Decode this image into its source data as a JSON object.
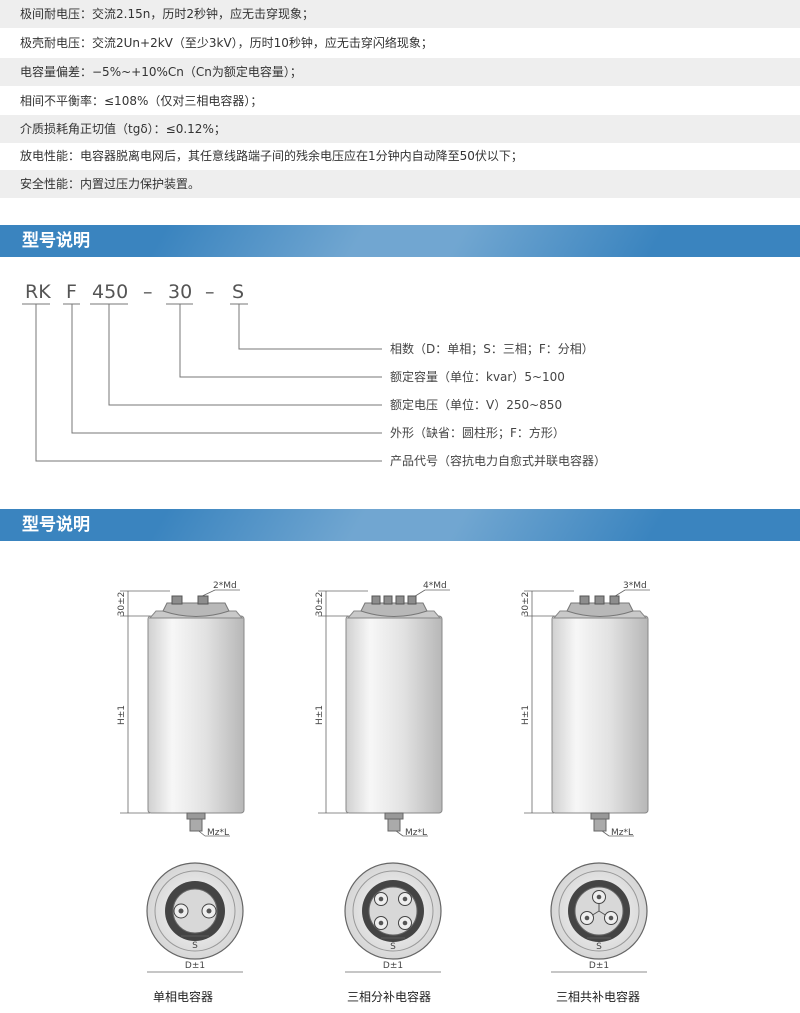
{
  "specs": [
    "极间耐电压：交流2.15n，历时2秒钟，应无击穿现象；",
    "极壳耐电压：交流2Un+2kV（至少3kV），历时10秒钟，应无击穿闪络现象；",
    "电容量偏差：−5%~+10%Cn（Cn为额定电容量）；",
    "相间不平衡率：≤108%（仅对三相电容器）；",
    "介质损耗角正切值（tgδ）：≤0.12%；",
    "放电性能：电容器脱离电网后，其任意线路端子间的残余电压应在1分钟内自动降至50伏以下；",
    "安全性能：内置过压力保护装置。"
  ],
  "section1_title": "型号说明",
  "section2_title": "型号说明",
  "model": {
    "parts": [
      "RK",
      "F",
      "450",
      "–",
      "30",
      "–",
      "S"
    ],
    "descriptions": [
      "相数（D：单相；S：三相；F：分相）",
      "额定容量（单位：kvar）5~100",
      "额定电压（单位：V）250~850",
      "外形（缺省：圆柱形；F：方形）",
      "产品代号（容抗电力自愈式并联电容器）"
    ]
  },
  "drawings": [
    {
      "terminal_label": "2*Md",
      "top_dim": "30±2",
      "height_label": "H±1",
      "bolt_label": "Mz*L",
      "s_label": "S",
      "d_label": "D±1",
      "caption": "单相电容器"
    },
    {
      "terminal_label": "4*Md",
      "top_dim": "30±2",
      "height_label": "H±1",
      "bolt_label": "Mz*L",
      "s_label": "S",
      "d_label": "D±1",
      "caption": "三相分补电容器"
    },
    {
      "terminal_label": "3*Md",
      "top_dim": "30±2",
      "height_label": "H±1",
      "bolt_label": "Mz*L",
      "s_label": "S",
      "d_label": "D±1",
      "caption": "三相共补电容器"
    }
  ]
}
